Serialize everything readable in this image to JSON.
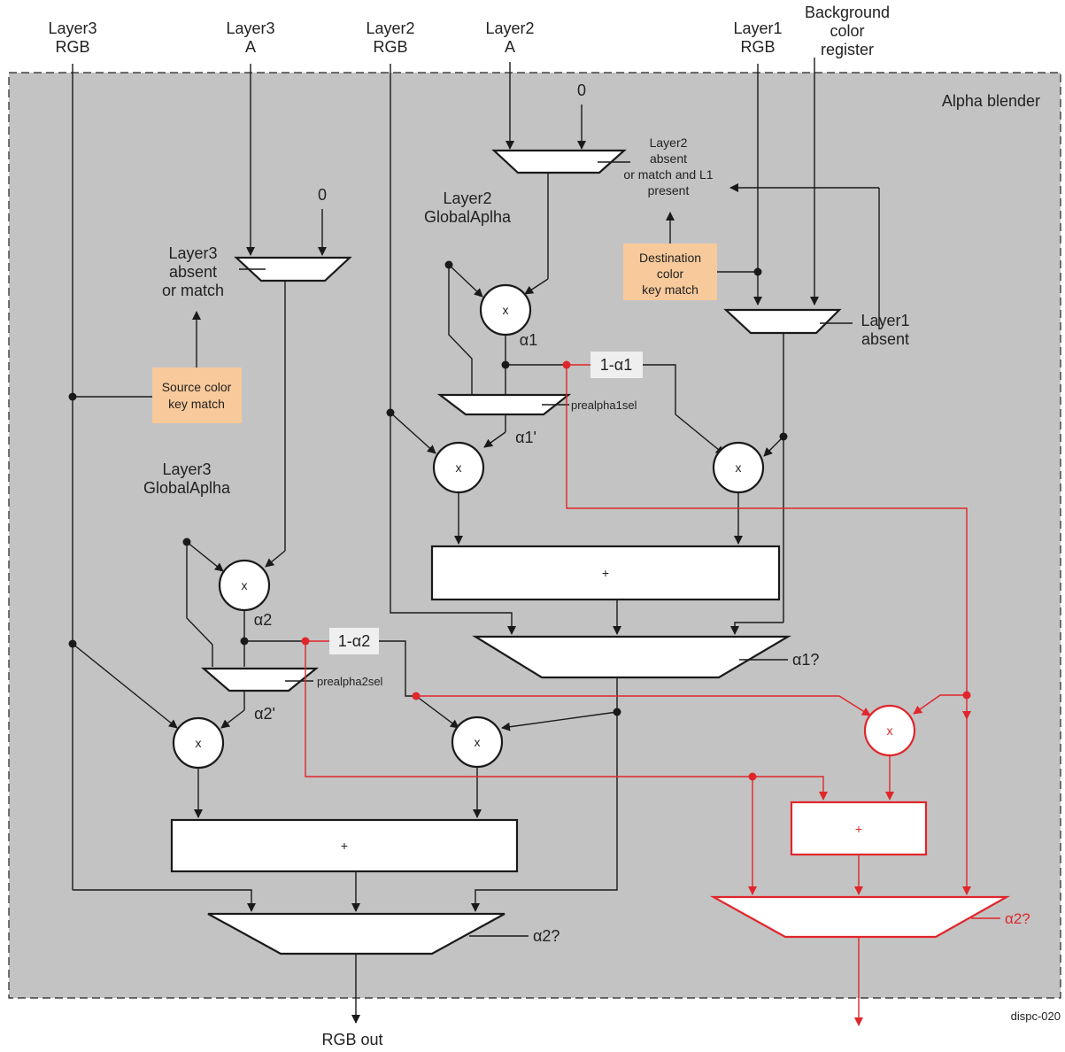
{
  "inputs": {
    "layer3_rgb": [
      "Layer3",
      "RGB"
    ],
    "layer3_a": [
      "Layer3",
      "A"
    ],
    "layer2_rgb": [
      "Layer2",
      "RGB"
    ],
    "layer2_a": [
      "Layer2",
      "A"
    ],
    "layer1_rgb": [
      "Layer1",
      "RGB"
    ],
    "bg_color": [
      "Background",
      "color",
      "register"
    ]
  },
  "blender_title": "Alpha blender",
  "zero": "0",
  "layer2_absent_label": [
    "Layer2",
    "absent",
    "or match and L1",
    "present"
  ],
  "layer2_global_alpha": [
    "Layer2",
    "GlobalAplha"
  ],
  "layer3_global_alpha": [
    "Layer3",
    "GlobalAplha"
  ],
  "layer3_absent_label": [
    "Layer3",
    "absent",
    "or match"
  ],
  "layer1_absent_label": [
    "Layer1",
    "absent"
  ],
  "destination_key": [
    "Destination",
    "color",
    "key match"
  ],
  "source_key": [
    "Source color",
    "key match"
  ],
  "mult": "x",
  "plus": "+",
  "alpha1": "α1",
  "alpha1p": "α1'",
  "alpha2": "α2",
  "alpha2p": "α2'",
  "one_minus_a1": "1-α1",
  "one_minus_a2": "1-α2",
  "prealpha1sel": "prealpha1sel",
  "prealpha2sel": "prealpha2sel",
  "alpha1_sel": "α1?",
  "alpha2_sel": "α2?",
  "alpha2_sel_red": "α2?",
  "rgb_out": "RGB out",
  "figure_id": "dispc-020",
  "colors": {
    "panel": "#c3c3c3",
    "key_box": "#f8c99a",
    "alpha_path": "#e0262b",
    "label_box": "#efefef"
  }
}
